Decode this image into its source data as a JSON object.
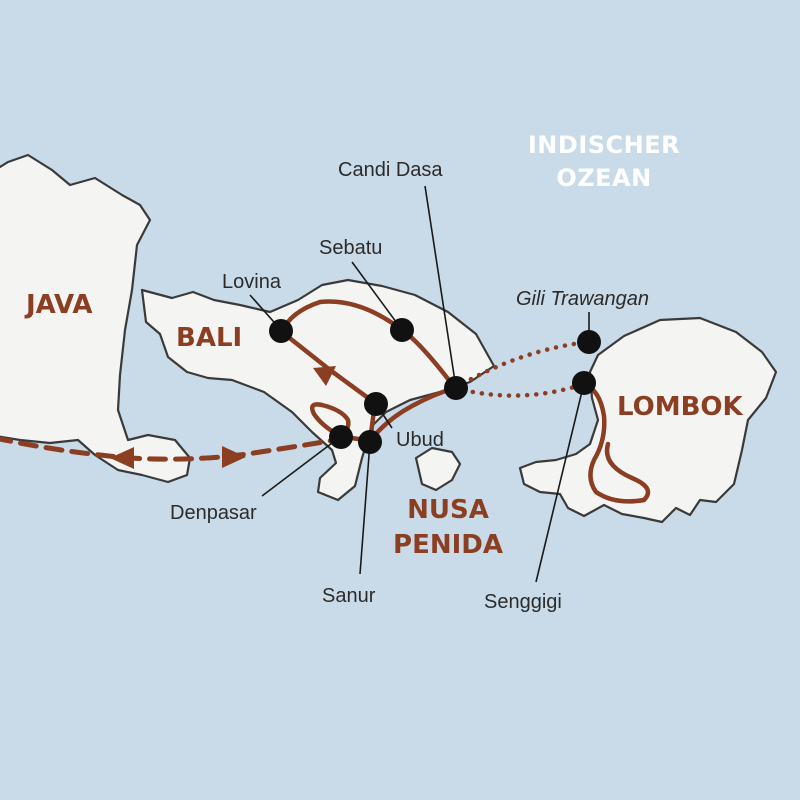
{
  "colors": {
    "sea": "#c9dbe8",
    "land": "#f4f4f2",
    "route": "#8b3e22",
    "stop": "#111111",
    "ocean_label": "#ffffff"
  },
  "regions": {
    "java": "JAVA",
    "bali": "BALI",
    "lombok": "LOMBOK",
    "nusa_penida_line1": "NUSA",
    "nusa_penida_line2": "PENIDA"
  },
  "ocean": {
    "line1": "INDISCHER",
    "line2": "OZEAN"
  },
  "places": {
    "lovina": "Lovina",
    "sebatu": "Sebatu",
    "candi_dasa": "Candi Dasa",
    "gili_trawangan": "Gili Trawangan",
    "ubud": "Ubud",
    "denpasar": "Denpasar",
    "sanur": "Sanur",
    "senggigi": "Senggigi"
  }
}
